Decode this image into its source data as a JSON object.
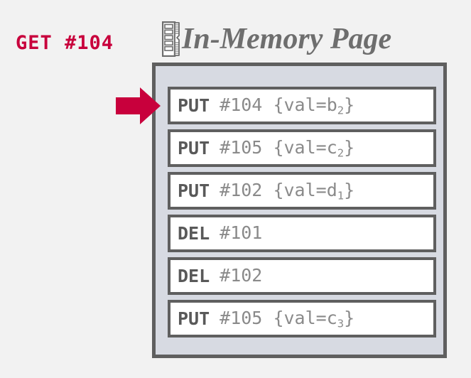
{
  "request": {
    "label": "GET #104"
  },
  "header": {
    "icon": "ram-module-icon",
    "title": "In-Memory Page"
  },
  "colors": {
    "accent_red": "#c8003c",
    "border_gray": "#5f5f5f",
    "panel_fill": "#d7dae2",
    "page_background": "#f2f2f2",
    "op_text": "#595959",
    "arg_text": "#8a8a8a",
    "title_text": "#6e6e6e"
  },
  "arrow": {
    "name": "record-pointer-arrow",
    "direction": "right",
    "points_to_row_index": 0
  },
  "page": {
    "entries": [
      {
        "op": "PUT",
        "key": "#104",
        "value_prefix": "{val=b",
        "value_sub": "2",
        "value_suffix": "}"
      },
      {
        "op": "PUT",
        "key": "#105",
        "value_prefix": "{val=c",
        "value_sub": "2",
        "value_suffix": "}"
      },
      {
        "op": "PUT",
        "key": "#102",
        "value_prefix": "{val=d",
        "value_sub": "1",
        "value_suffix": "}"
      },
      {
        "op": "DEL",
        "key": "#101",
        "value_prefix": "",
        "value_sub": "",
        "value_suffix": ""
      },
      {
        "op": "DEL",
        "key": "#102",
        "value_prefix": "",
        "value_sub": "",
        "value_suffix": ""
      },
      {
        "op": "PUT",
        "key": "#105",
        "value_prefix": "{val=c",
        "value_sub": "3",
        "value_suffix": "}"
      }
    ]
  }
}
